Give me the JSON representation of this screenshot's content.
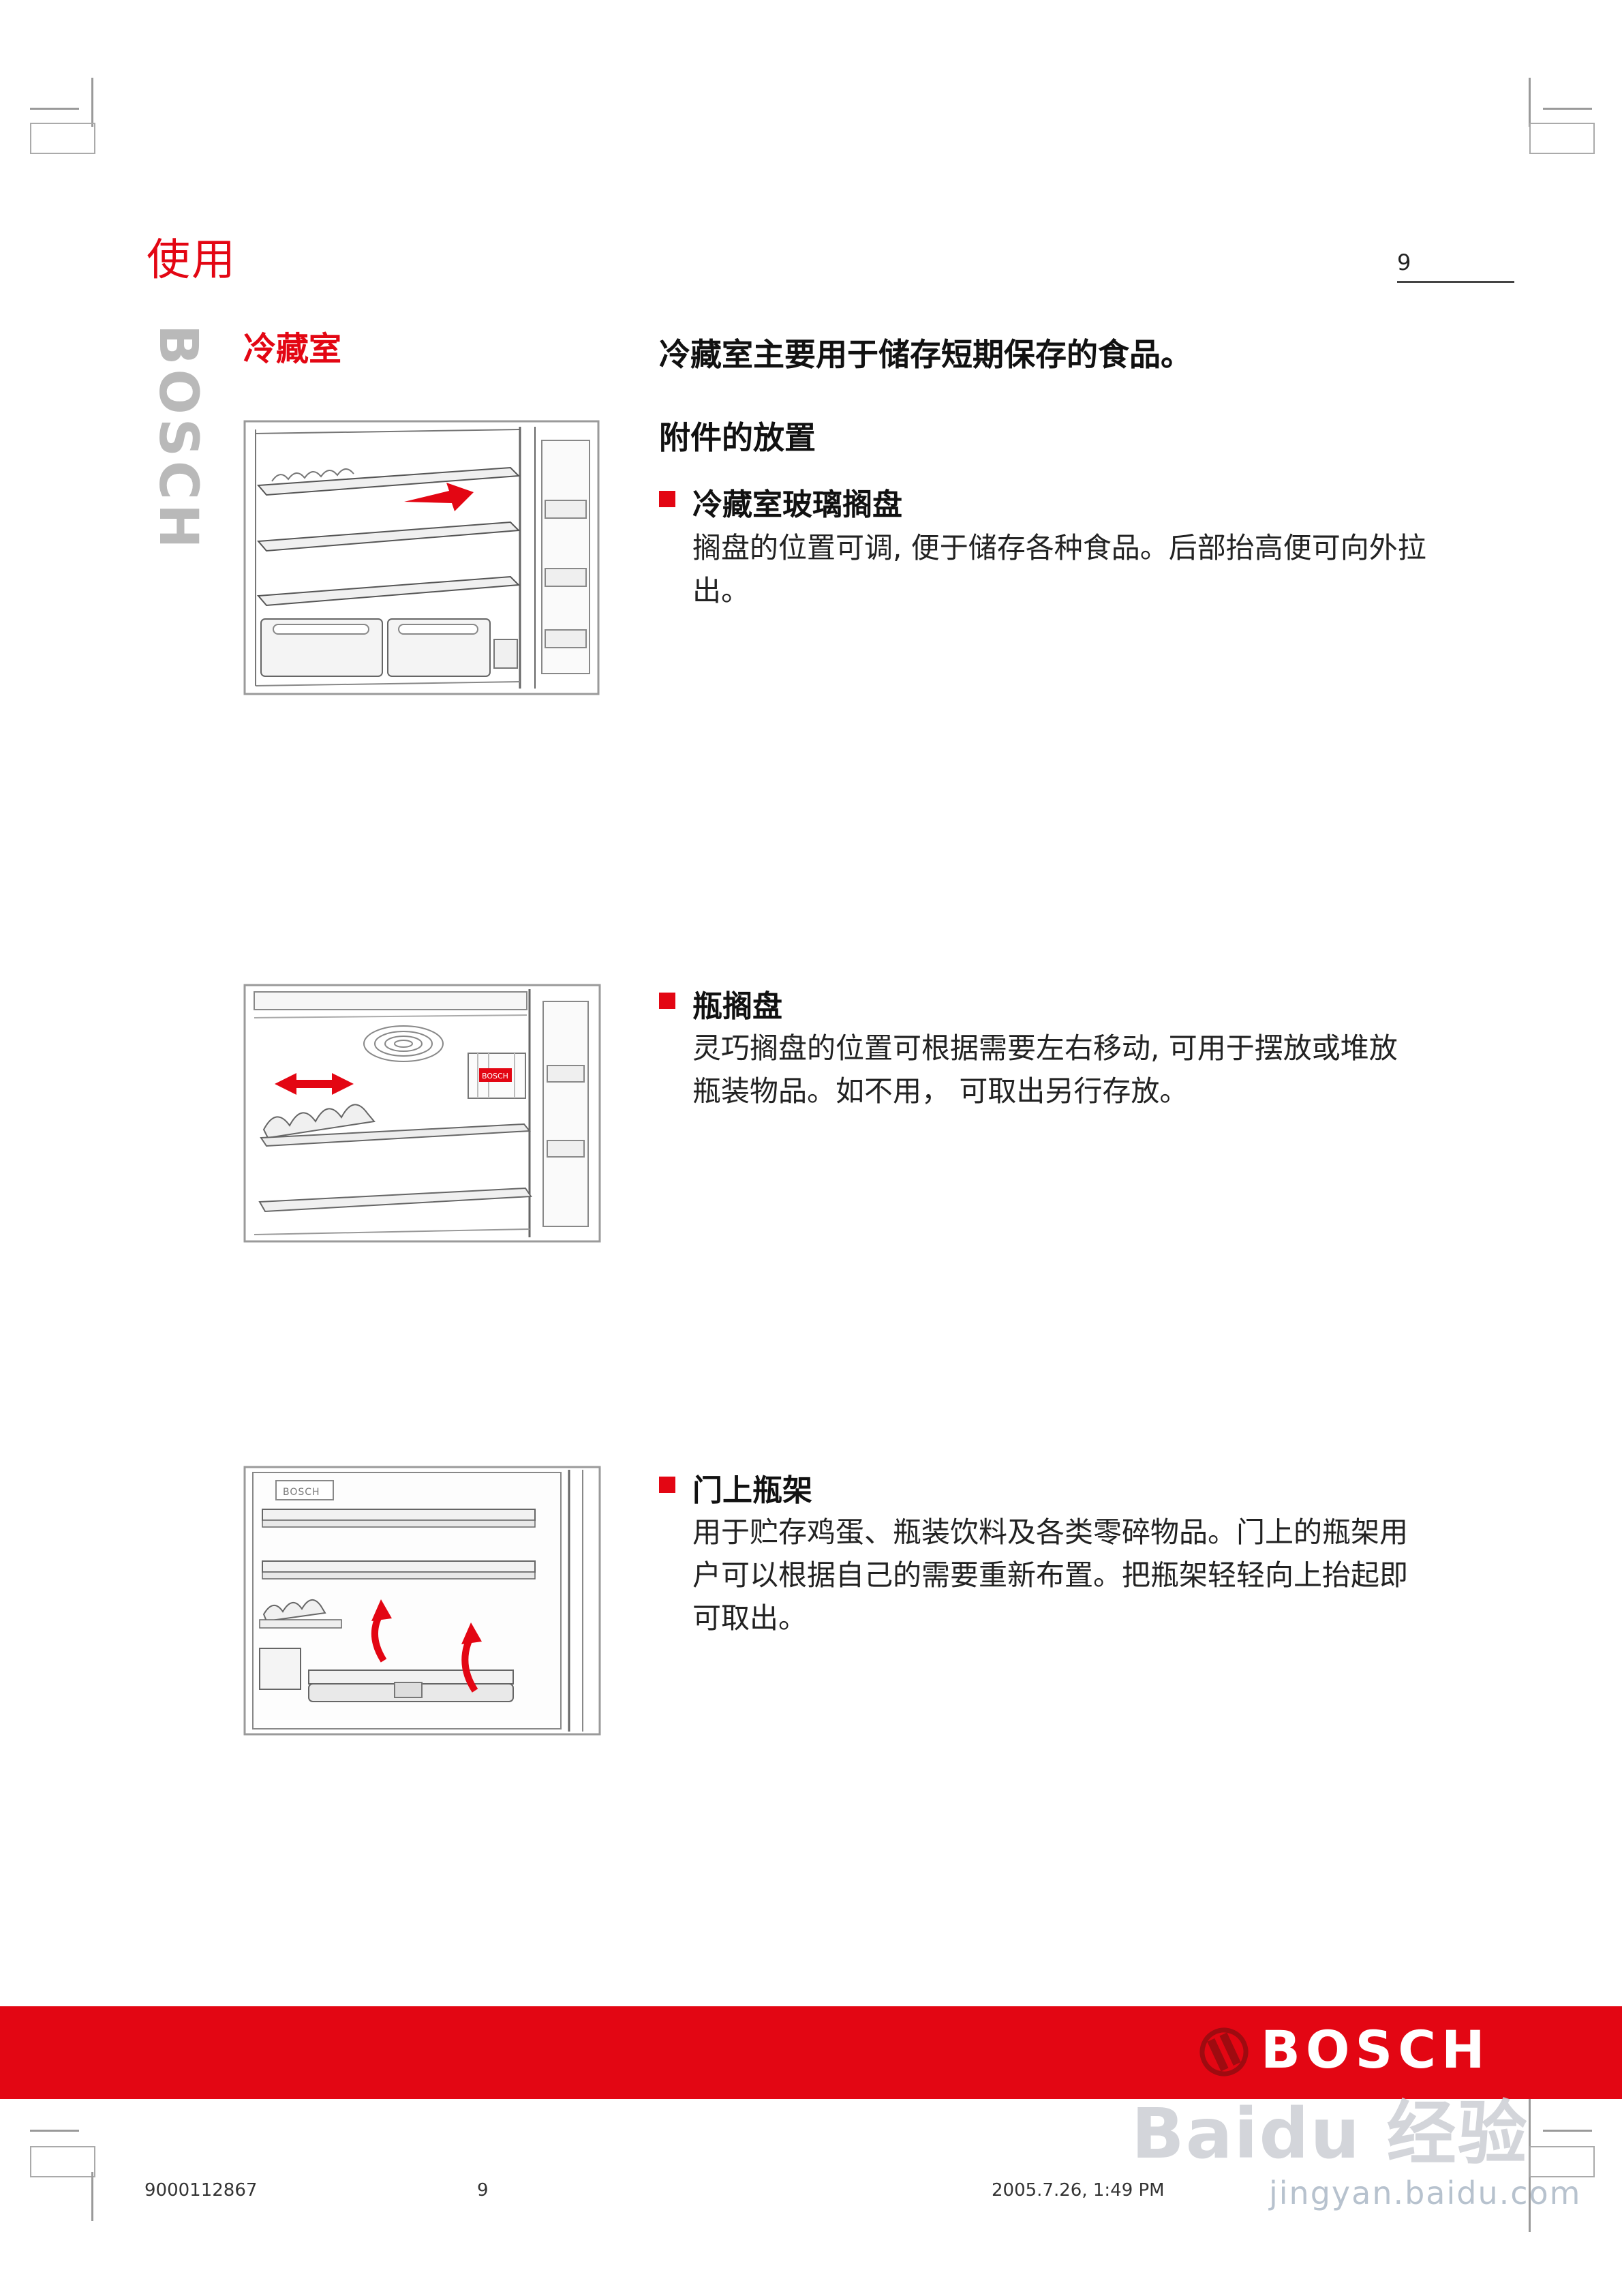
{
  "page": {
    "header_title": "使用",
    "page_number_top": "9",
    "accent_color": "#e30613"
  },
  "side": {
    "vertical_brand": "BOSCH"
  },
  "content": {
    "section_title": "冷藏室",
    "intro": "冷藏室主要用于储存短期保存的食品。",
    "accessories_heading": "附件的放置",
    "items": [
      {
        "title": "冷藏室玻璃搁盘",
        "body": "搁盘的位置可调, 便于储存各种食品。后部抬高便可向外拉\n出。",
        "illustration": "refrigerator-glass-shelves"
      },
      {
        "title": "瓶搁盘",
        "body": "灵巧搁盘的位置可根据需要左右移动, 可用于摆放或堆放\n瓶装物品。如不用， 可取出另行存放。",
        "illustration": "bottle-shelf"
      },
      {
        "title": "门上瓶架",
        "body": "用于贮存鸡蛋、瓶装饮料及各类零碎物品。门上的瓶架用\n户可以根据自己的需要重新布置。把瓶架轻轻向上抬起即\n可取出。",
        "illustration": "door-bottle-rack"
      }
    ]
  },
  "illustration_labels": {
    "bosch_small_label": "BOSCH"
  },
  "footer": {
    "brand": "BOSCH",
    "bar_color": "#e30613",
    "doc_number": "9000112867",
    "page_number": "9",
    "print_timestamp": "2005.7.26, 1:49 PM",
    "watermark_title": "Baidu 经验",
    "watermark_url": "jingyan.baidu.com"
  }
}
